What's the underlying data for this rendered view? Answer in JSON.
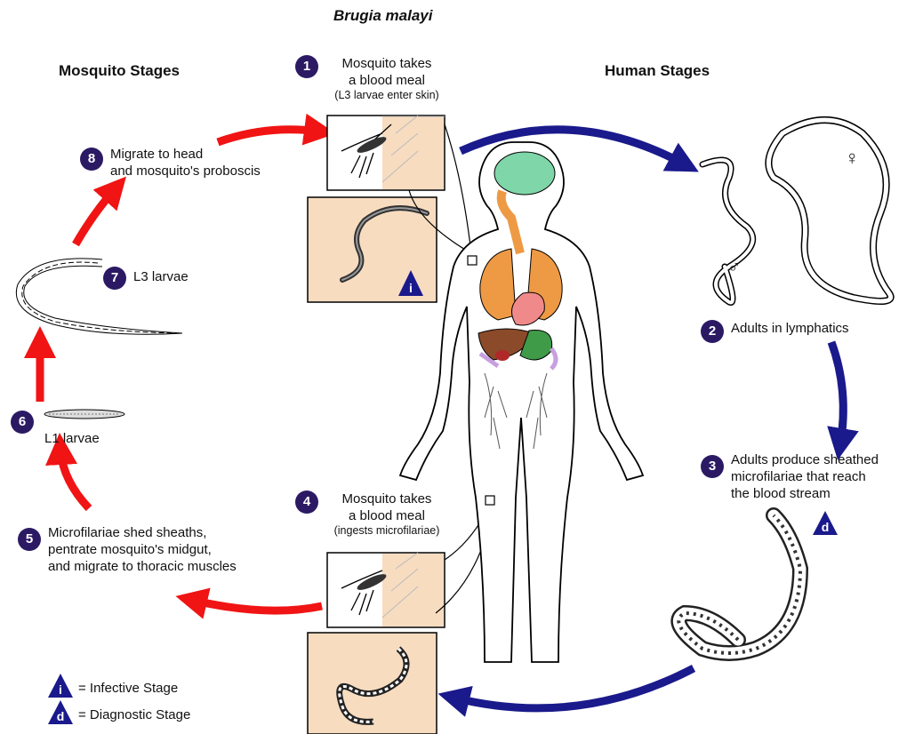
{
  "title": "Brugia malayi",
  "sections": {
    "mosquito": "Mosquito Stages",
    "human": "Human Stages"
  },
  "stages": [
    {
      "num": "1",
      "lines": [
        "Mosquito takes",
        "a blood meal"
      ],
      "note": "(L3 larvae enter skin)"
    },
    {
      "num": "2",
      "lines": [
        "Adults in lymphatics"
      ]
    },
    {
      "num": "3",
      "lines": [
        "Adults produce sheathed",
        "microfilariae that reach",
        "the blood stream"
      ]
    },
    {
      "num": "4",
      "lines": [
        "Mosquito takes",
        "a blood meal"
      ],
      "note": "(ingests microfilariae)"
    },
    {
      "num": "5",
      "lines": [
        "Microfilariae shed sheaths,",
        "pentrate mosquito's midgut,",
        "and migrate to thoracic muscles"
      ]
    },
    {
      "num": "6",
      "lines": [
        "L1 larvae"
      ]
    },
    {
      "num": "7",
      "lines": [
        "L3 larvae"
      ]
    },
    {
      "num": "8",
      "lines": [
        "Migrate to head",
        "and mosquito's proboscis"
      ]
    }
  ],
  "symbols": {
    "male": "♂",
    "female": "♀"
  },
  "markers": {
    "infective": "i",
    "diagnostic": "d"
  },
  "legend": [
    {
      "symbol": "i",
      "label": "= Infective Stage"
    },
    {
      "symbol": "d",
      "label": "= Diagnostic Stage"
    }
  ],
  "colors": {
    "human_arrow": "#1a1a8c",
    "mosquito_arrow": "#f01414",
    "badge": "#2b1a63",
    "panel": "#f7dcc0",
    "brain": "#7fd6a8",
    "lungs": "#ee9a45",
    "heart": "#f08a8a",
    "liver": "#8b4a2a",
    "stomach": "#3f9b48",
    "kidney": "#c8a0e0",
    "spleen": "#b02828"
  }
}
